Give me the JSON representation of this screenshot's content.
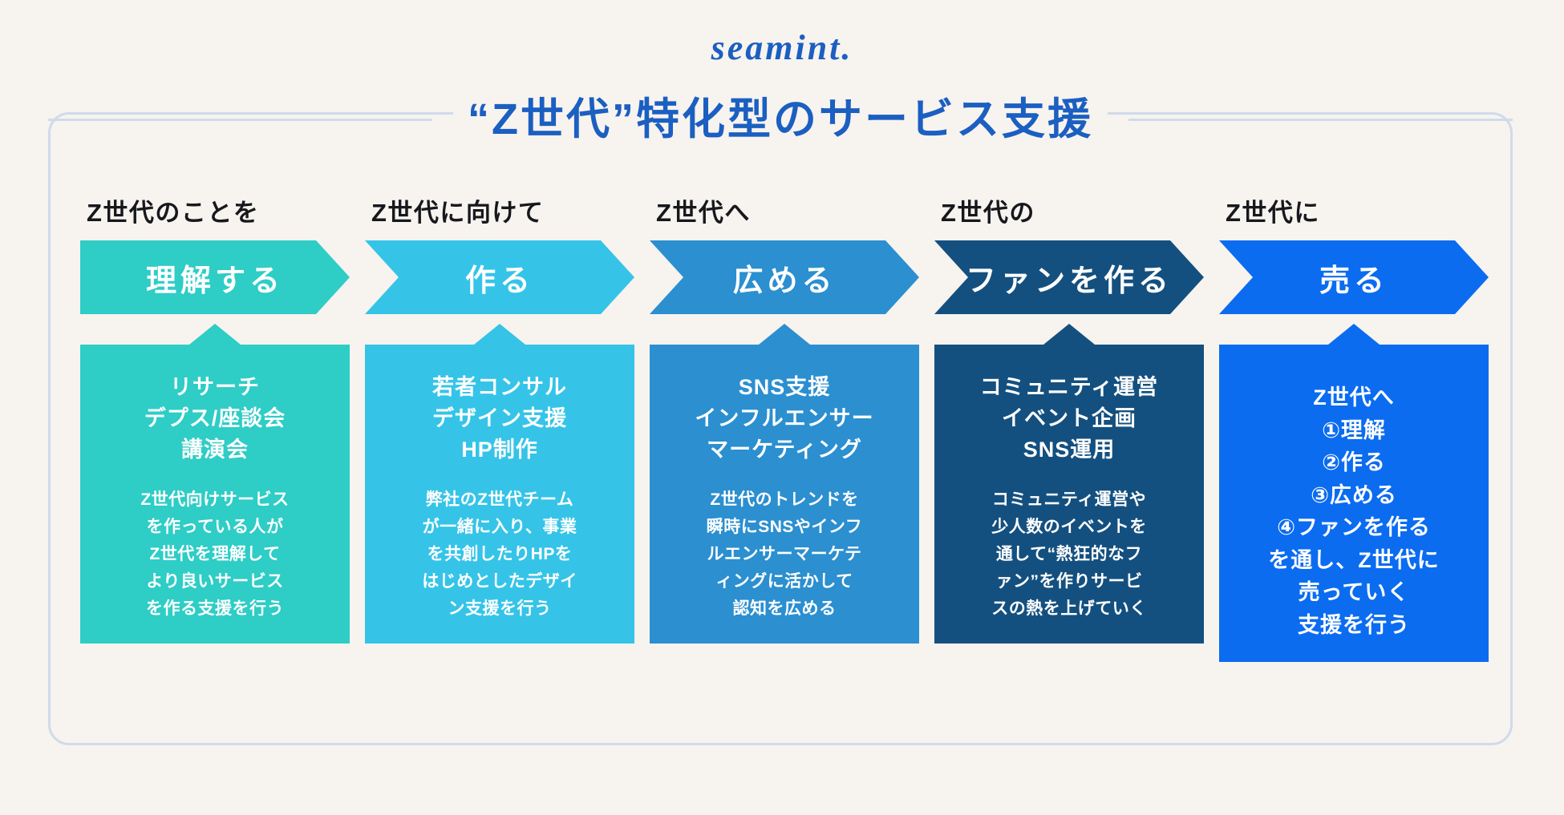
{
  "brand": {
    "logo": "seamint."
  },
  "title": "“Z世代”特化型のサービス支援",
  "colors": {
    "background": "#f7f3ef",
    "frame_border": "#cfdbe9",
    "brand_blue": "#1b5fc1",
    "label_text": "#16181c",
    "step1": "#2ecdc6",
    "step2": "#35c4e8",
    "step3": "#2b8fd0",
    "step4": "#14507f",
    "step5": "#0b6cf0"
  },
  "columns": [
    {
      "label": "Z世代のことを",
      "step": "理解する",
      "color": "#2ecdc6",
      "card_head": "リサーチ\nデプス/座談会\n講演会",
      "card_body": "Z世代向けサービス\nを作っている人が\nZ世代を理解して\nより良いサービス\nを作る支援を行う"
    },
    {
      "label": "Z世代に向けて",
      "step": "作る",
      "color": "#35c4e8",
      "card_head": "若者コンサル\nデザイン支援\nHP制作",
      "card_body": "弊社のZ世代チーム\nが一緒に入り、事業\nを共創したりHPを\nはじめとしたデザイ\nン支援を行う"
    },
    {
      "label": "Z世代へ",
      "step": "広める",
      "color": "#2b8fd0",
      "card_head": "SNS支援\nインフルエンサー\nマーケティング",
      "card_body": "Z世代のトレンドを\n瞬時にSNSやインフ\nルエンサーマーケテ\nィングに活かして\n認知を広める"
    },
    {
      "label": "Z世代の",
      "step": "ファンを作る",
      "color": "#14507f",
      "card_head": "コミュニティ運営\nイベント企画\nSNS運用",
      "card_body": "コミュニティ運営や\n少人数のイベントを\n通して“熱狂的なフ\nァン”を作りサービ\nスの熱を上げていく"
    },
    {
      "label": "Z世代に",
      "step": "売る",
      "color": "#0b6cf0",
      "card_head": "Z世代へ\n①理解\n②作る\n③広める\n④ファンを作る\nを通し、Z世代に\n売っていく\n支援を行う",
      "card_body": ""
    }
  ]
}
